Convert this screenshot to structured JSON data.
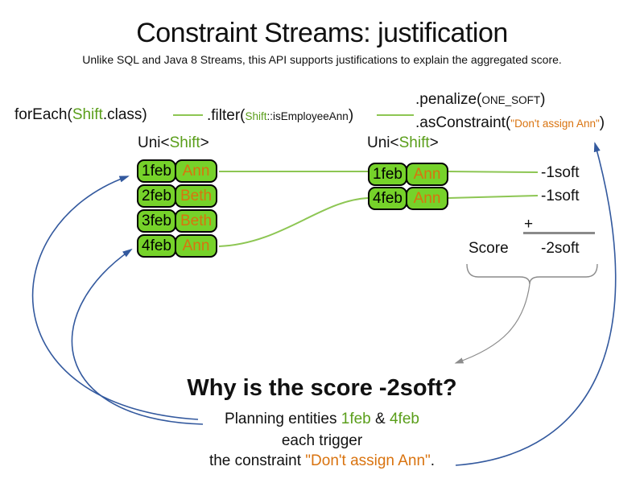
{
  "title": "Constraint Streams: justification",
  "subtitle": "Unlike SQL and Java 8 Streams, this API supports justifications to explain the aggregated score.",
  "code": {
    "foreach_open": "forEach(",
    "foreach_type": "Shift",
    "foreach_close": ".class)",
    "filter_open": ".filter(",
    "filter_type": "Shift",
    "filter_method": "::isEmployeeAnn",
    "filter_close": ")",
    "penalize_open": ".penalize(",
    "penalize_arg": "ONE_SOFT",
    "penalize_close": ")",
    "asconstraint_open": ".asConstraint(",
    "asconstraint_arg": "\"Don't assign Ann\"",
    "asconstraint_close": ")"
  },
  "left_stream": {
    "type_open": "Uni<",
    "type_name": "Shift",
    "type_close": ">",
    "rows": [
      {
        "date": "1feb",
        "employee": "Ann"
      },
      {
        "date": "2feb",
        "employee": "Beth"
      },
      {
        "date": "3feb",
        "employee": "Beth"
      },
      {
        "date": "4feb",
        "employee": "Ann"
      }
    ]
  },
  "right_stream": {
    "type_open": "Uni<",
    "type_name": "Shift",
    "type_close": ">",
    "rows": [
      {
        "date": "1feb",
        "employee": "Ann"
      },
      {
        "date": "4feb",
        "employee": "Ann"
      }
    ]
  },
  "score_panel": {
    "penalty1": "-1soft",
    "penalty2": "-1soft",
    "plus": "+",
    "score_label": "Score",
    "total": "-2soft"
  },
  "why": {
    "heading": "Why is the score -2soft?",
    "line1_prefix": "Planning entities ",
    "line1_entity1": "1feb",
    "line1_join": " & ",
    "line1_entity2": "4feb",
    "line2": "each trigger",
    "line3_prefix": "the constraint ",
    "line3_constraint": "\"Don't assign Ann\"",
    "line3_suffix": "."
  },
  "colors": {
    "entity_green_fill": "#76d22a",
    "text_green": "#5a9e1a",
    "line_green": "#8dc653",
    "orange": "#d9730f",
    "arrow_blue": "#33599e",
    "gray": "#8c8c8c"
  }
}
